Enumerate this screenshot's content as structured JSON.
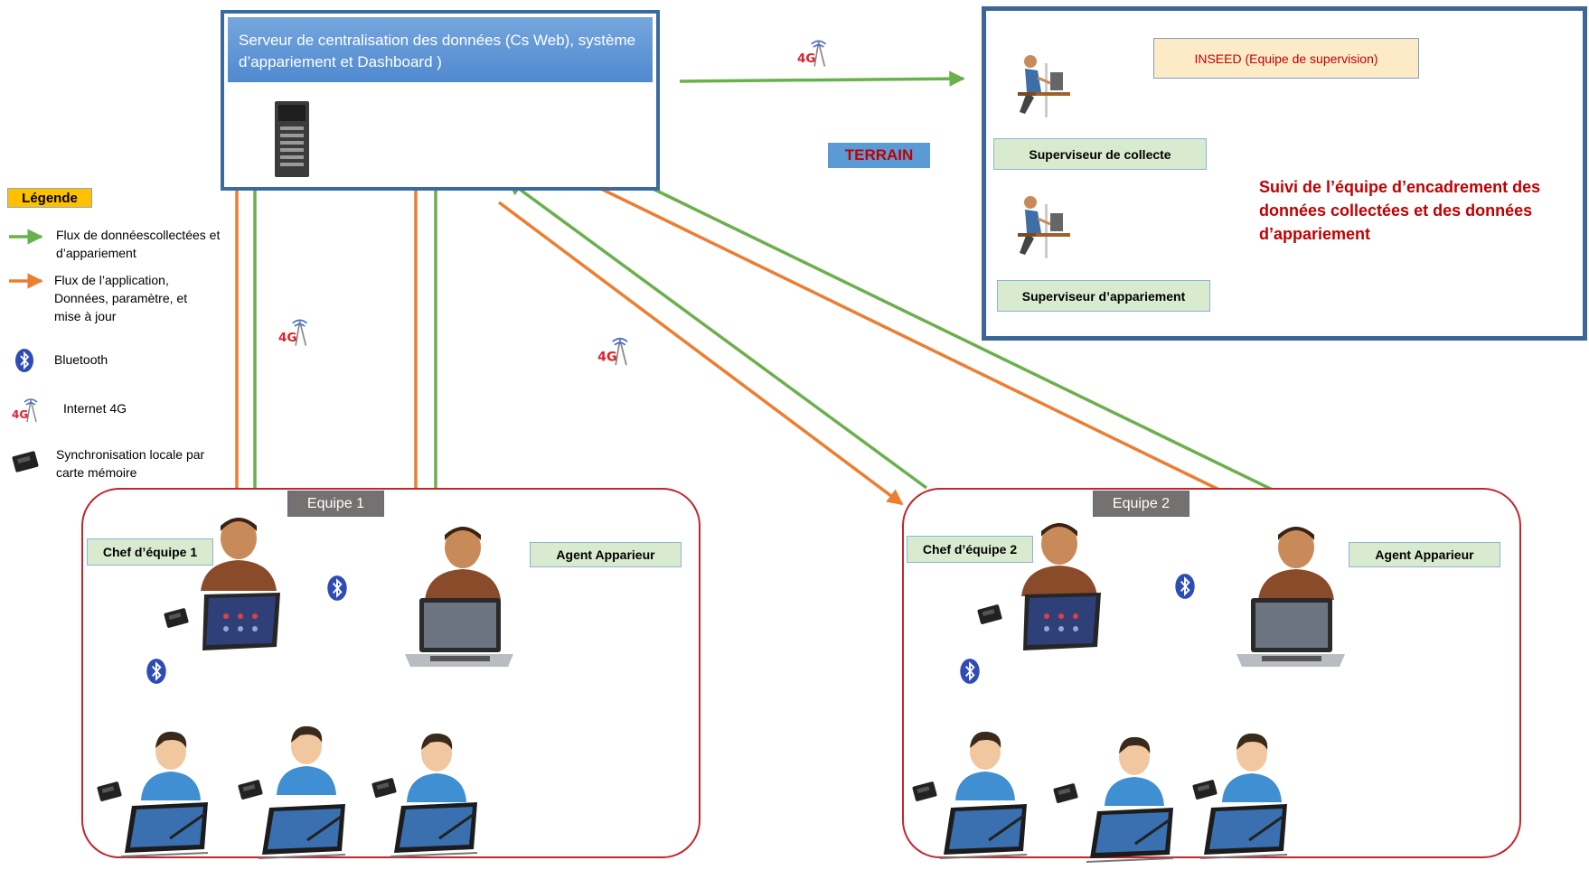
{
  "server": {
    "title": "Serveur de centralisation des données (Cs Web), système d’appariement et Dashboard )"
  },
  "legend": {
    "title": "Légende",
    "green_flow": "Flux de donnéescollectées et d’appariement",
    "orange_flow": "Flux de l’application, Données, paramètre, et mise à jour",
    "bluetooth": "Bluetooth",
    "internet": "Internet 4G",
    "memory_card": "Synchronisation locale par carte mémoire"
  },
  "terrain": "TERRAIN",
  "supervision": {
    "inseed": "INSEED (Equipe de supervision)",
    "supervisor_collect": "Superviseur de collecte",
    "supervisor_match": "Superviseur  d’appariement",
    "suivi": "Suivi de l’équipe d’encadrement des données collectées et des données d’appariement"
  },
  "team1": {
    "name": "Equipe 1",
    "chief": "Chef d’équipe  1",
    "agent": "Agent Apparieur"
  },
  "team2": {
    "name": "Equipe 2",
    "chief": "Chef d’équipe  2",
    "agent": "Agent Apparieur"
  },
  "icons": {
    "network_badge": "4G"
  },
  "colors": {
    "green": "#6ab04c",
    "orange": "#ed7d31",
    "server_border": "#3a6aa3",
    "team_border": "#c0272d",
    "red_text": "#c00000"
  }
}
